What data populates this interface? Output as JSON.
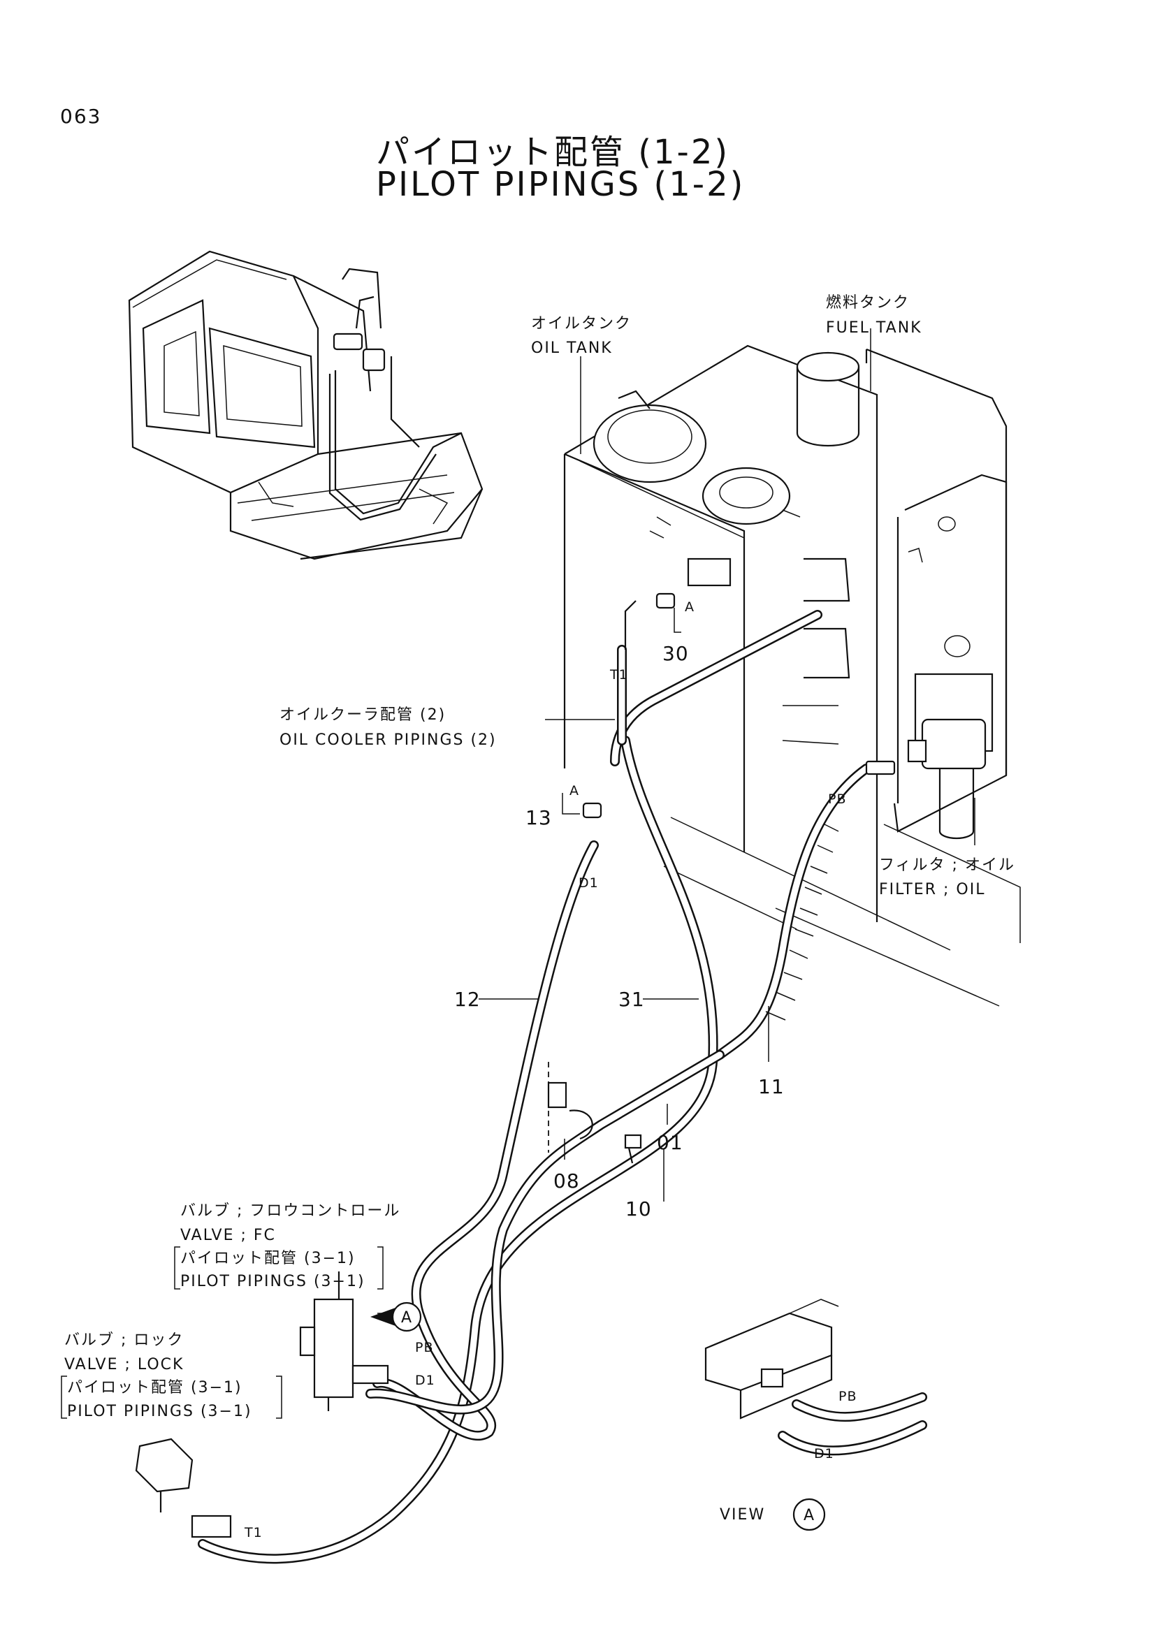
{
  "page_number": "063",
  "title_jp": "パイロット配管 (1-2)",
  "title_en": "PILOT PIPINGS (1-2)",
  "labels": {
    "oil_tank_jp": "オイルタンク",
    "oil_tank_en": "OIL TANK",
    "fuel_tank_jp": "燃料タンク",
    "fuel_tank_en": "FUEL TANK",
    "oil_cooler_jp": "オイルクーラ配管 (2)",
    "oil_cooler_en": "OIL COOLER PIPINGS (2)",
    "filter_jp": "フィルタ ; オイル",
    "filter_en": "FILTER ; OIL",
    "valve_fc_jp": "バルブ ; フロウコントロール",
    "valve_fc_en": "VALVE ; FC",
    "valve_fc_ref_jp": "パイロット配管 (3−1)",
    "valve_fc_ref_en": "PILOT PIPINGS (3−1)",
    "valve_lock_jp": "バルブ ; ロック",
    "valve_lock_en": "VALVE ; LOCK",
    "valve_lock_ref_jp": "パイロット配管 (3−1)",
    "valve_lock_ref_en": "PILOT PIPINGS (3−1)",
    "view": "VIEW",
    "view_circle": "A"
  },
  "part_numbers": {
    "p30": "30",
    "p13": "13",
    "p12": "12",
    "p31": "31",
    "p11": "11",
    "p01": "01",
    "p08": "08",
    "p10": "10"
  },
  "port_labels": {
    "a_top": "A",
    "a_13": "A",
    "t1_top": "T1",
    "d1_top": "D1",
    "pb_filter": "PB",
    "pb_valve": "PB",
    "d1_valve": "D1",
    "t1_bottom": "T1",
    "a_callout": "A",
    "pb_view": "PB",
    "d1_view": "D1"
  }
}
